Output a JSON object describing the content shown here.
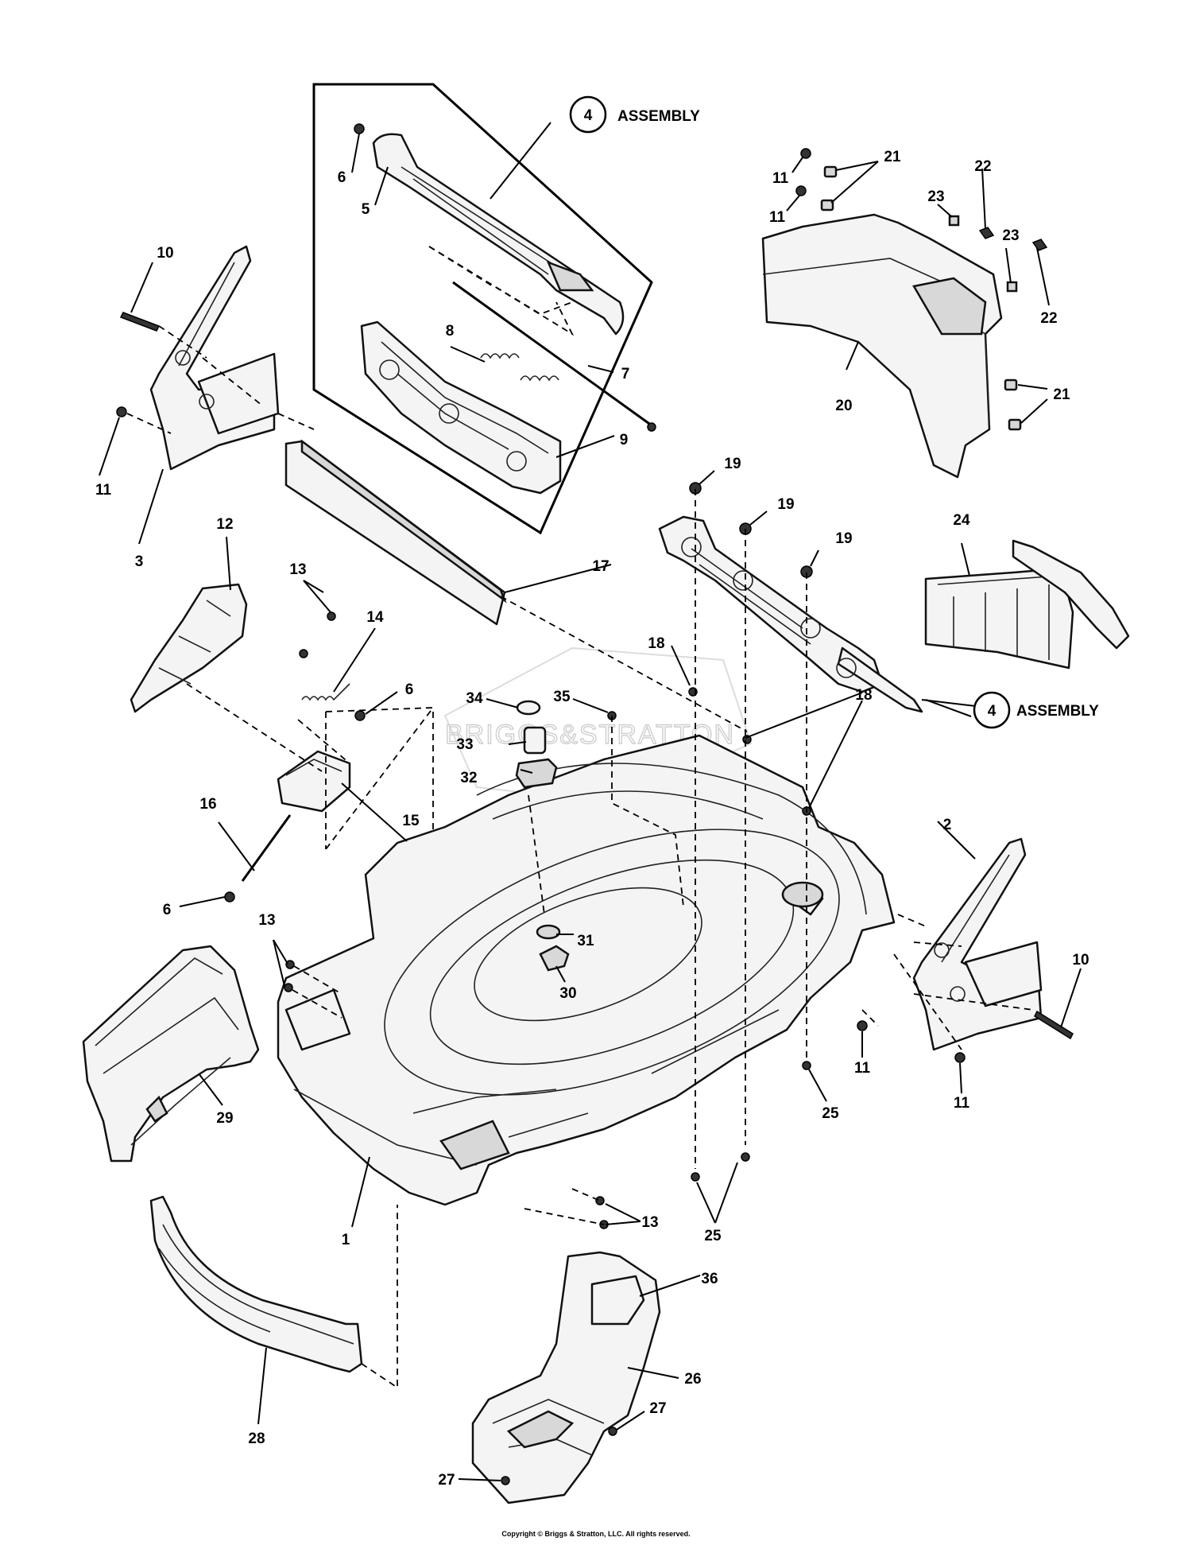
{
  "assembly_label": "ASSEMBLY",
  "assembly_number": "4",
  "watermark": "BRIGGS&STRATTON",
  "copyright": "Copyright © Briggs & Stratton, LLC. All rights reserved.",
  "callouts": [
    "1",
    "2",
    "3",
    "5",
    "6",
    "7",
    "8",
    "9",
    "10",
    "11",
    "12",
    "13",
    "14",
    "15",
    "16",
    "17",
    "18",
    "19",
    "20",
    "21",
    "22",
    "23",
    "24",
    "25",
    "26",
    "27",
    "28",
    "29",
    "30",
    "31",
    "32",
    "33",
    "34",
    "35",
    "36"
  ]
}
